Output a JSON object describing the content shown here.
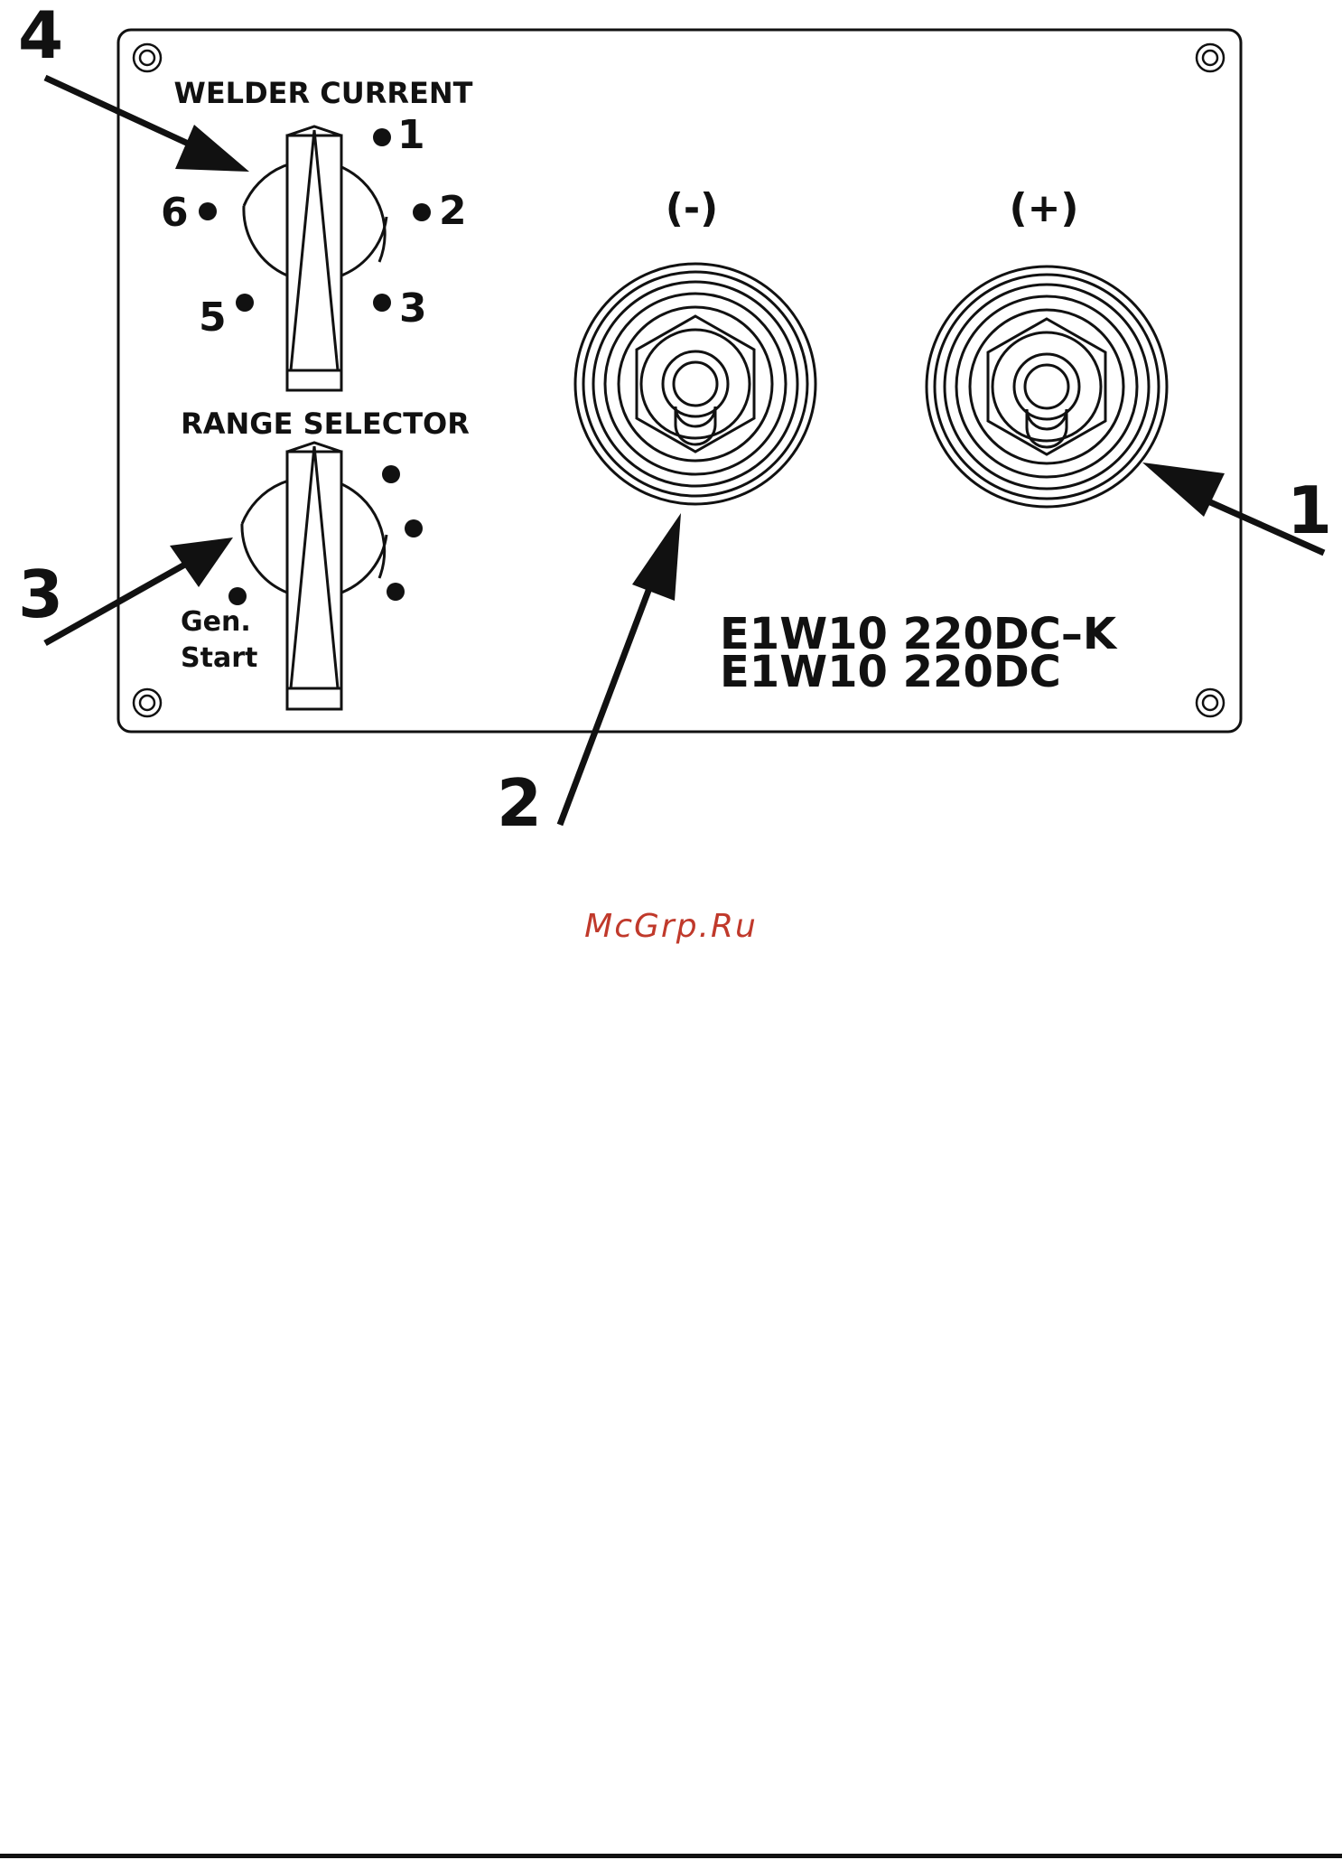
{
  "panel": {
    "welder_current_title": "WELDER CURRENT",
    "range_selector_title": "RANGE SELECTOR",
    "welder_positions": [
      "1",
      "2",
      "3",
      "5",
      "6"
    ],
    "gen_label_line1": "Gen.",
    "gen_label_line2": "Start",
    "negative_label": "(-)",
    "positive_label": "(+)",
    "model_line1": "E1W10 220DC–K",
    "model_line2": "E1W10 220DC"
  },
  "callouts": [
    "1",
    "2",
    "3",
    "4"
  ],
  "watermark": "McGrp.Ru",
  "colors": {
    "ink": "#111111",
    "watermark": "#c0392b",
    "background": "#ffffff"
  }
}
